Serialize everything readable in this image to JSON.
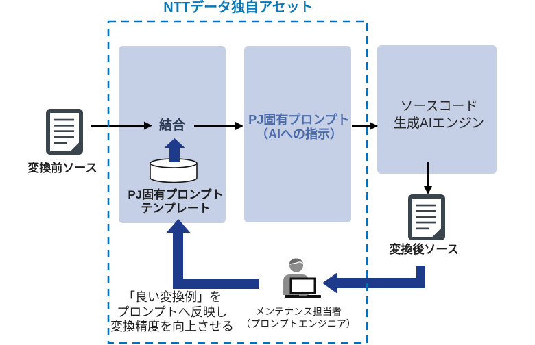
{
  "title": "NTTデータ独自アセット",
  "colors": {
    "accent": "#0b77b5",
    "dashed_border": "#0070c0",
    "box_fill": "#c5d0e6",
    "arrow_navy": "#1e3a8a",
    "prompt_text": "#4a6aaa",
    "combine_text": "#2d3b57",
    "icon_dark": "#3b454d"
  },
  "asset_group": {
    "title_ref": "title",
    "members": [
      "combine_step",
      "prompt_template",
      "project_prompt",
      "maintainer",
      "feedback_note"
    ]
  },
  "source_before": {
    "label": "変換前ソース",
    "icon": "document-icon"
  },
  "combine_step": {
    "label": "結合"
  },
  "prompt_template": {
    "lines": [
      "PJ固有プロンプト",
      "テンプレート"
    ],
    "icon": "database-icon"
  },
  "project_prompt": {
    "lines": [
      "PJ固有プロンプト",
      "（AIへの指示）"
    ]
  },
  "ai_engine": {
    "lines": [
      "ソースコード",
      "生成AIエンジン"
    ]
  },
  "source_after": {
    "label": "変換後ソース",
    "icon": "document-icon"
  },
  "maintainer": {
    "lines": [
      "メンテナンス担当者",
      "（プロンプトエンジニア）"
    ],
    "icon": "person-with-laptop-icon"
  },
  "feedback_note": {
    "lines": [
      "「良い変換例」を",
      "プロンプトへ反映し",
      "変換精度を向上させる"
    ]
  },
  "connections": [
    {
      "from": "source_before",
      "to": "combine_step"
    },
    {
      "from": "prompt_template",
      "to": "combine_step"
    },
    {
      "from": "combine_step",
      "to": "project_prompt"
    },
    {
      "from": "project_prompt",
      "to": "ai_engine"
    },
    {
      "from": "ai_engine",
      "to": "source_after"
    },
    {
      "from": "source_after",
      "to": "maintainer"
    },
    {
      "from": "maintainer",
      "to": "prompt_template"
    }
  ]
}
